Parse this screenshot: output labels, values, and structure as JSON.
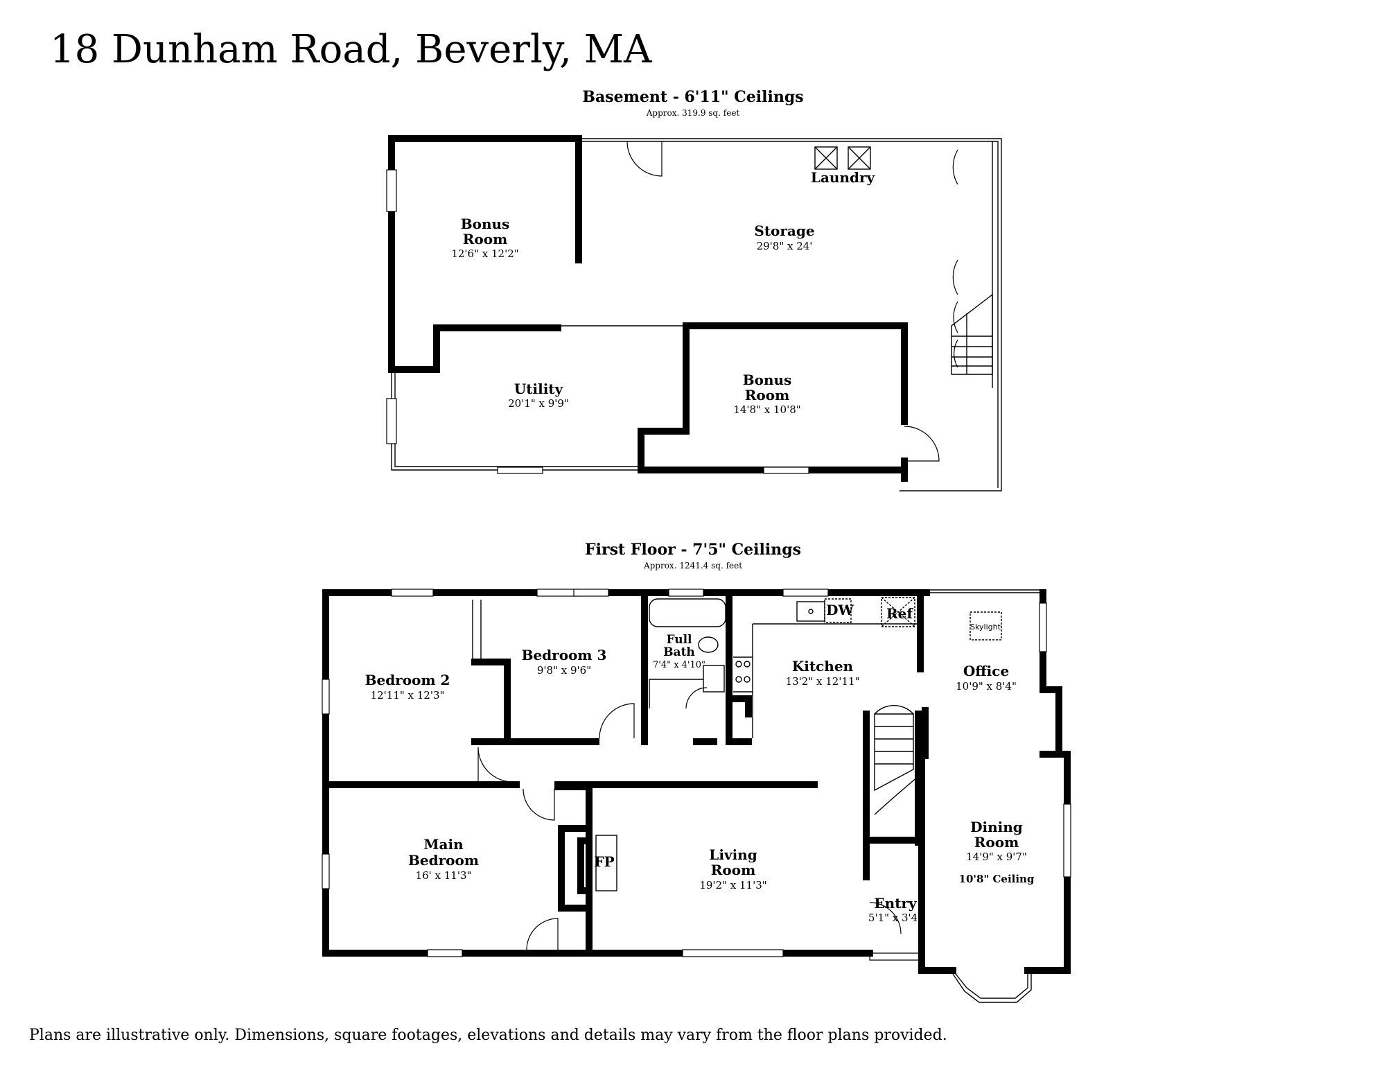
{
  "title": "18 Dunham Road, Beverly, MA",
  "disclaimer": "Plans are illustrative only. Dimensions, square footages, elevations and details may vary from the floor plans provided.",
  "basement": {
    "title": "Basement - 6'11\" Ceilings",
    "area": "Approx. 319.9 sq. feet",
    "rooms": {
      "bonus1": {
        "name1": "Bonus",
        "name2": "Room",
        "dim": "12'6\" x 12'2\""
      },
      "storage": {
        "name": "Storage",
        "dim": "29'8\" x 24'"
      },
      "laundry": {
        "name": "Laundry"
      },
      "utility": {
        "name": "Utility",
        "dim": "20'1\" x 9'9\""
      },
      "bonus2": {
        "name1": "Bonus",
        "name2": "Room",
        "dim": "14'8\" x 10'8\""
      }
    }
  },
  "first_floor": {
    "title": "First Floor - 7'5\" Ceilings",
    "area": "Approx. 1241.4 sq. feet",
    "rooms": {
      "bedroom2": {
        "name": "Bedroom 2",
        "dim": "12'11\" x 12'3\""
      },
      "bedroom3": {
        "name": "Bedroom 3",
        "dim": "9'8\" x 9'6\""
      },
      "bath": {
        "name1": "Full",
        "name2": "Bath",
        "dim": "7'4\" x 4'10\""
      },
      "kitchen": {
        "name": "Kitchen",
        "dim": "13'2\" x 12'11\""
      },
      "dw": "DW",
      "ref": "Ref",
      "skylight": "Skylight",
      "office": {
        "name": "Office",
        "dim": "10'9\" x 8'4\""
      },
      "main": {
        "name1": "Main",
        "name2": "Bedroom",
        "dim": "16' x 11'3\""
      },
      "fp": "FP",
      "living": {
        "name1": "Living",
        "name2": "Room",
        "dim": "19'2\" x 11'3\""
      },
      "dining": {
        "name1": "Dining",
        "name2": "Room",
        "dim": "14'9\" x 9'7\"",
        "ceiling": "10'8\" Ceiling"
      },
      "entry": {
        "name": "Entry",
        "dim": "5'1\" x 3'4\""
      }
    }
  }
}
